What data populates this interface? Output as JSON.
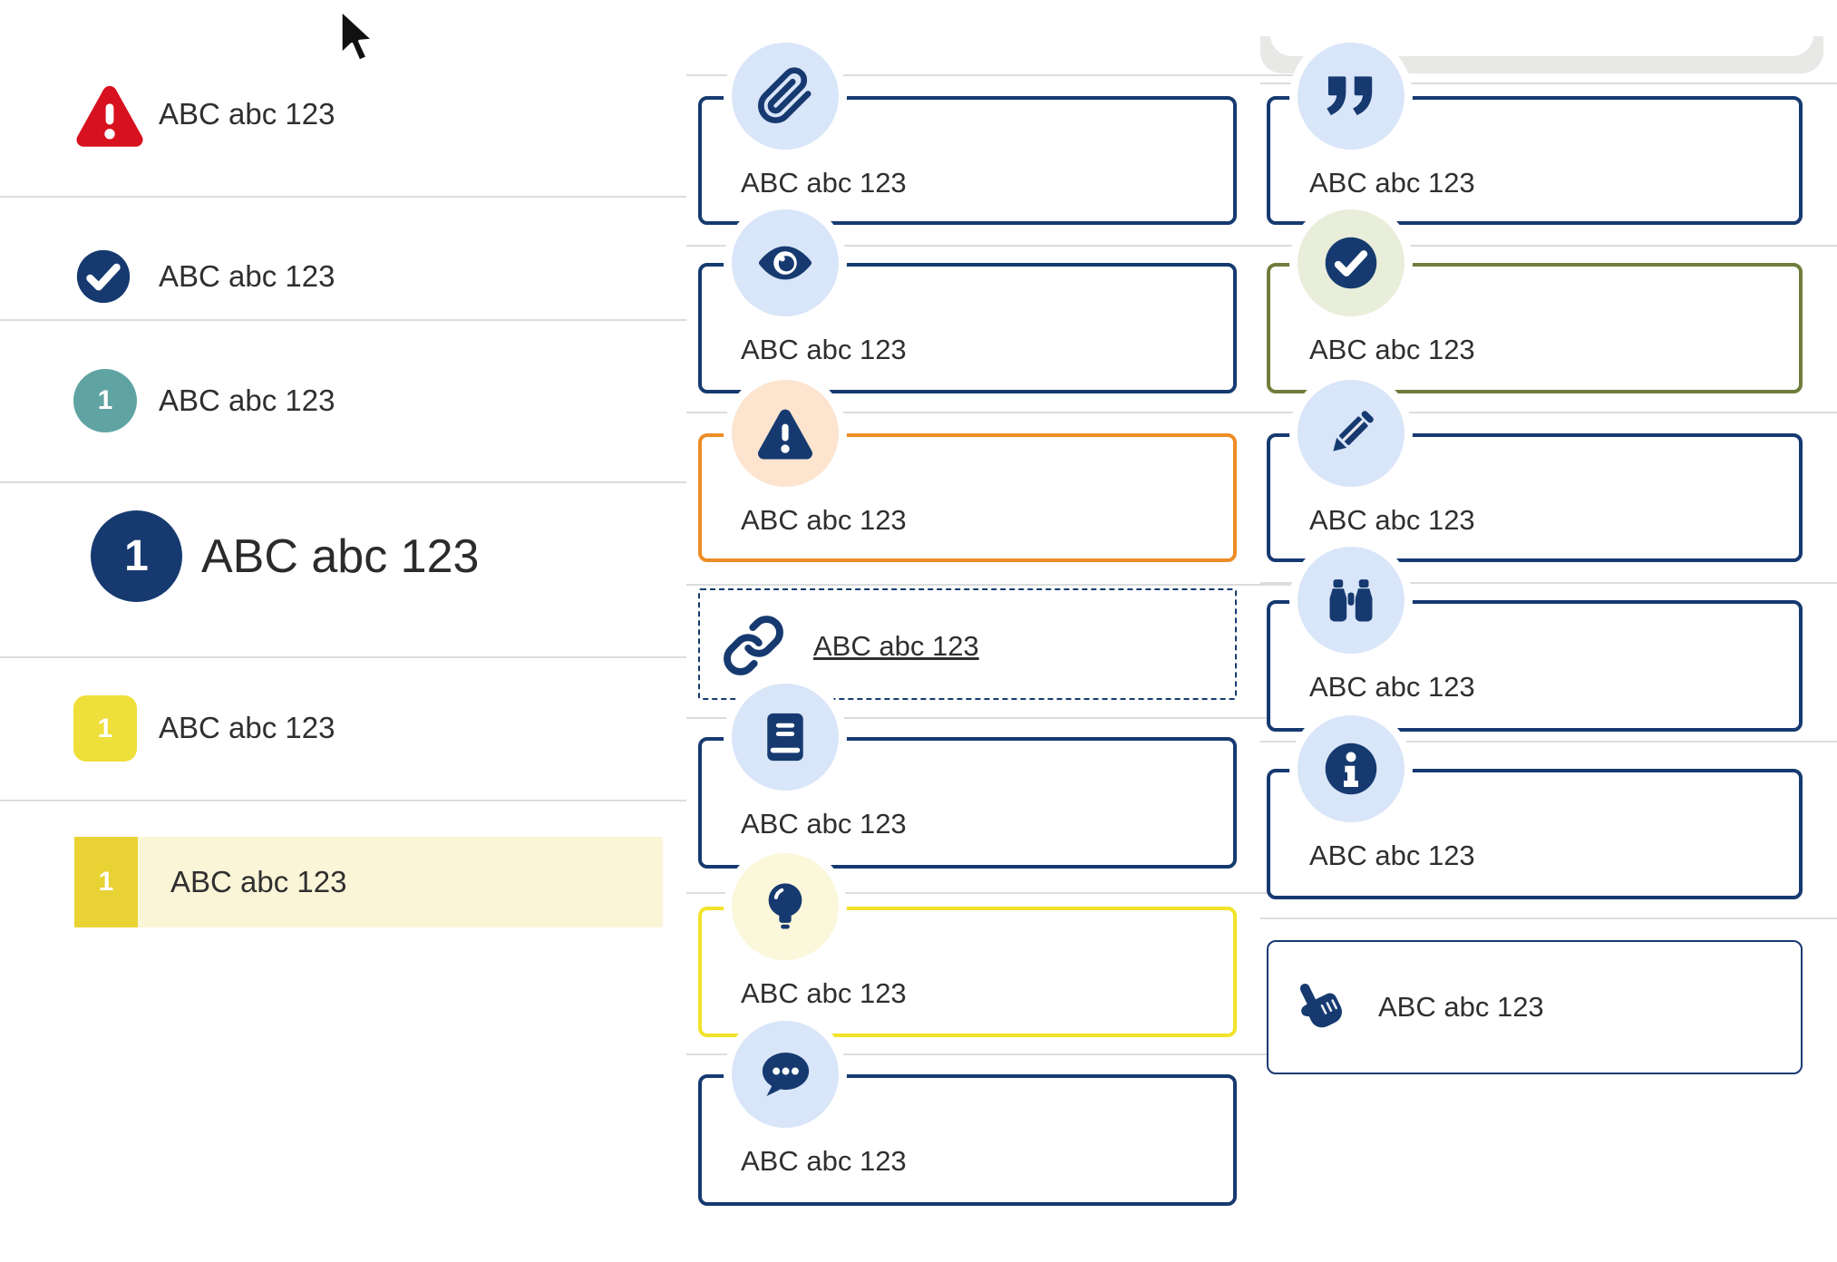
{
  "palette": {
    "navy": "#163a70",
    "red": "#d8111e",
    "teal": "#60a3a3",
    "orange": "#ee8d25",
    "olive_green": "#6f7d3c",
    "bright_yellow": "#f0e32a",
    "yellow_square": "#efdf3a",
    "yellow_bar": "#e9d334",
    "highlight_row_bg": "#fbf5d8",
    "badge_light_blue": "#d9e5f8",
    "badge_peach": "#fce4cf",
    "badge_sage": "#e9eeda",
    "badge_cream": "#fbf7da",
    "divider_gray": "#dcdcdc",
    "top_bar_gray": "#e8e8e6"
  },
  "cursor": {
    "icon": "arrow-cursor"
  },
  "top_bar": {
    "icon": "sheet-bottom-edge"
  },
  "left_list": {
    "items": [
      {
        "icon": "alert-triangle-icon",
        "label": "ABC abc 123"
      },
      {
        "icon": "check-circle-icon",
        "label": "ABC abc 123"
      },
      {
        "icon": "numbered-badge-teal",
        "badge": "1",
        "label": "ABC abc 123"
      },
      {
        "icon": "numbered-badge-navy-large",
        "badge": "1",
        "label": "ABC abc 123"
      },
      {
        "icon": "numbered-badge-yellow-square",
        "badge": "1",
        "label": "ABC abc 123"
      },
      {
        "icon": "numbered-badge-yellow-bar",
        "badge": "1",
        "label": "ABC abc 123",
        "highlighted": true
      }
    ]
  },
  "middle_callouts": {
    "items": [
      {
        "icon": "paperclip-icon",
        "style": "navy",
        "label": "ABC abc 123"
      },
      {
        "icon": "eye-icon",
        "style": "navy",
        "label": "ABC abc 123"
      },
      {
        "icon": "alert-triangle-icon",
        "style": "orange",
        "label": "ABC abc 123"
      },
      {
        "icon": "link-icon",
        "style": "dashed",
        "label": "ABC abc 123",
        "is_link": true
      },
      {
        "icon": "book-icon",
        "style": "navy",
        "label": "ABC abc 123"
      },
      {
        "icon": "lightbulb-icon",
        "style": "yellow",
        "label": "ABC abc 123"
      },
      {
        "icon": "chat-bubble-icon",
        "style": "navy",
        "label": "ABC abc 123"
      }
    ]
  },
  "right_callouts": {
    "items": [
      {
        "icon": "quote-icon",
        "style": "navy",
        "label": "ABC abc 123"
      },
      {
        "icon": "check-circle-icon",
        "style": "olive",
        "label": "ABC abc 123"
      },
      {
        "icon": "pencil-icon",
        "style": "navy",
        "label": "ABC abc 123"
      },
      {
        "icon": "binoculars-icon",
        "style": "navy",
        "label": "ABC abc 123"
      },
      {
        "icon": "info-icon",
        "style": "navy",
        "label": "ABC abc 123"
      },
      {
        "icon": "hand-pointer-icon",
        "style": "navy-thin",
        "label": "ABC abc 123"
      }
    ]
  }
}
